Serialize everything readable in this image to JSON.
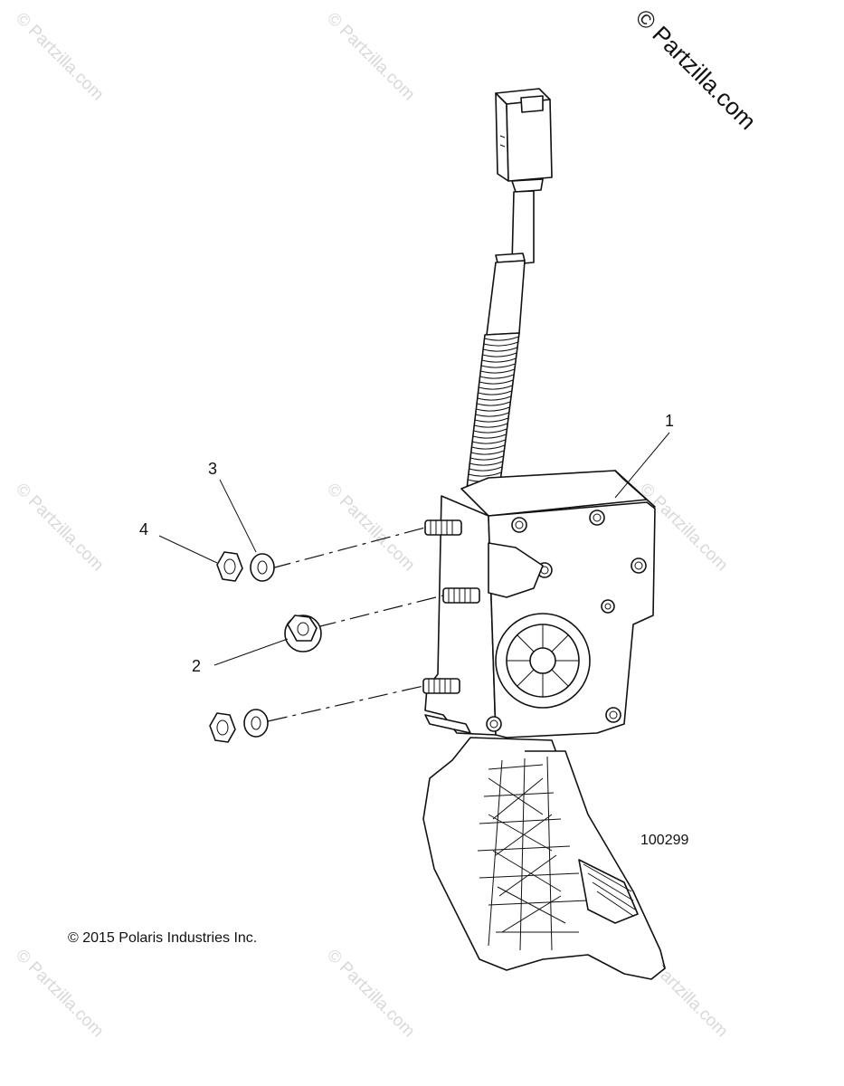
{
  "brand_watermark": "© Partzilla.com",
  "watermark_text": "© Partzilla.com",
  "diagram_code": "100299",
  "copyright": "© 2015 Polaris Industries Inc.",
  "callouts": [
    {
      "id": "1",
      "label": "1"
    },
    {
      "id": "2",
      "label": "2"
    },
    {
      "id": "3",
      "label": "3"
    },
    {
      "id": "4",
      "label": "4"
    }
  ]
}
